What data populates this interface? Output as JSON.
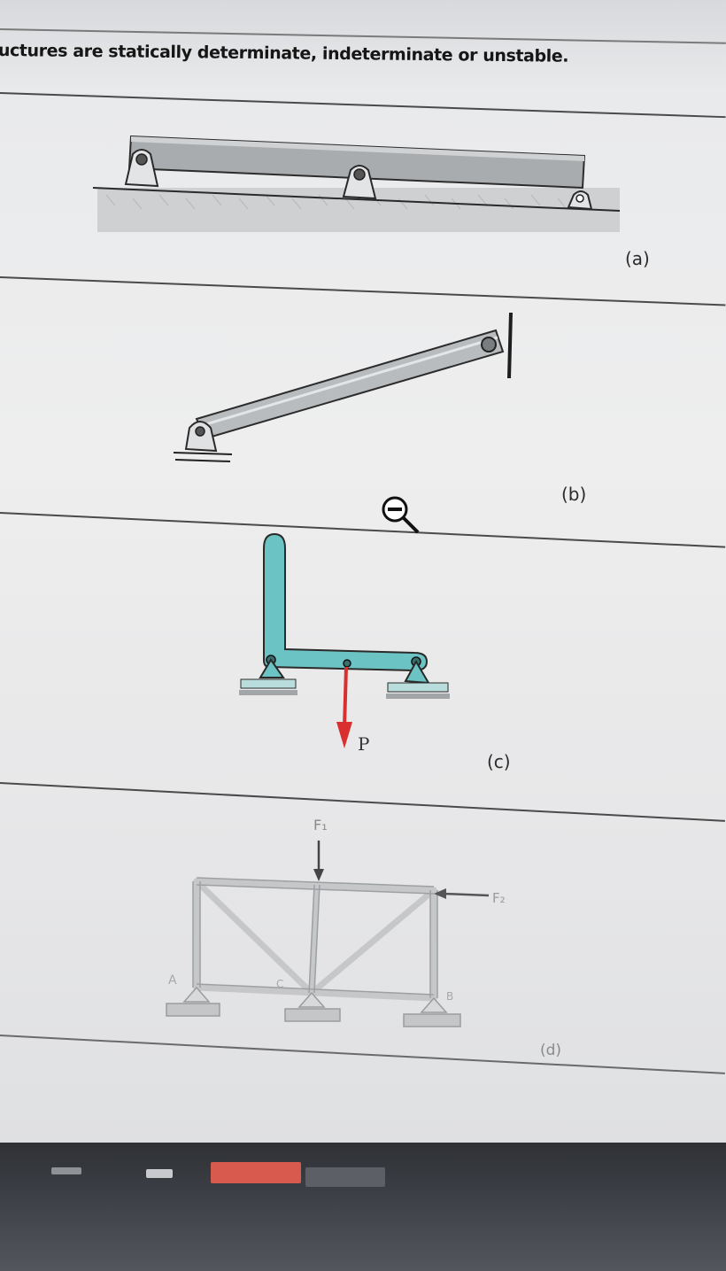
{
  "question": {
    "text": "uctures are statically determinate, indeterminate or unstable."
  },
  "figures": [
    {
      "id": "a",
      "label": "(a)"
    },
    {
      "id": "b",
      "label": "(b)"
    },
    {
      "id": "c",
      "label": "(c)",
      "load_label": "P"
    },
    {
      "id": "d",
      "label": "(d)",
      "force1_label": "F₁",
      "force2_label": "F₂",
      "point_a": "A",
      "point_c": "C",
      "point_b": "B"
    }
  ],
  "colors": {
    "beam_fill": "#a9acae",
    "member_fill": "#6cc3c4",
    "load_arrow": "#d9302f",
    "truss_member": "#d2d3d4"
  },
  "taskbar": {
    "active_window_color": "#d85a4e"
  }
}
